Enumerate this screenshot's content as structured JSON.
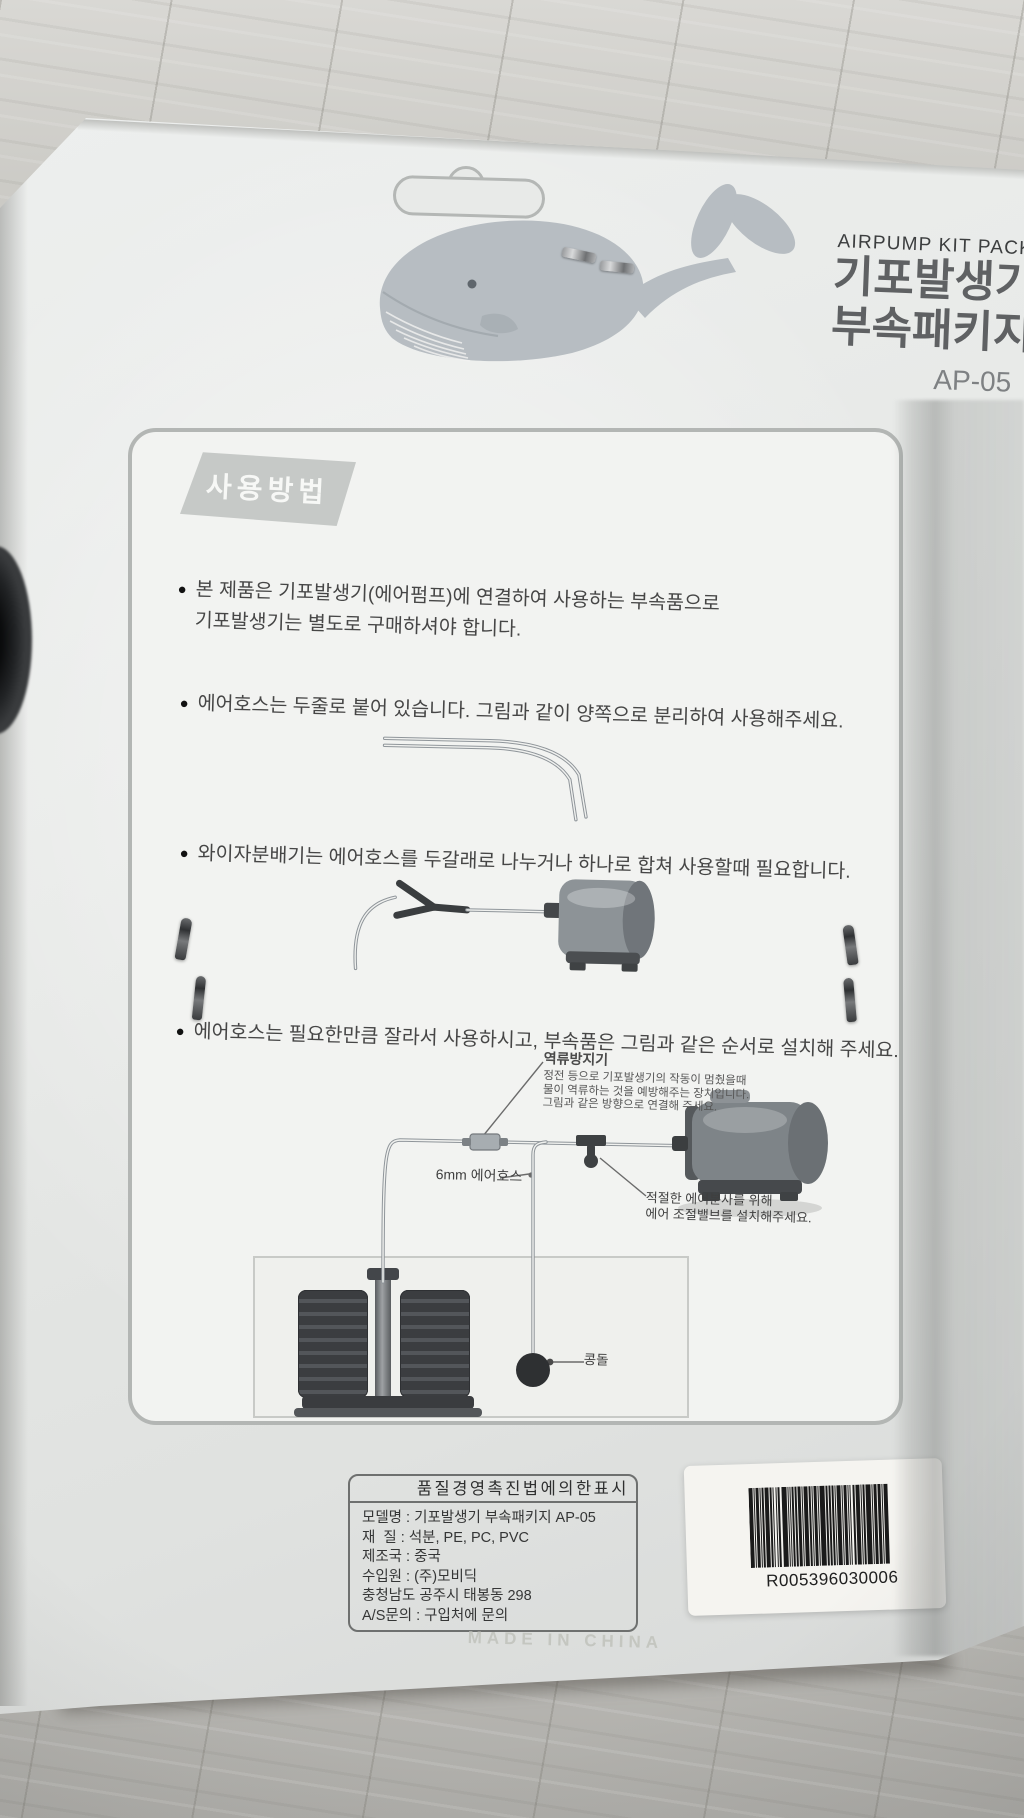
{
  "colors": {
    "package_bg": "#e7e9e7",
    "panel_bg": "#f2f3f1",
    "whale_gray": "#b7bdc2",
    "badge_gray": "#c6c9c7",
    "text_dark": "#464646"
  },
  "header": {
    "kit_label": "AIRPUMP KIT PACKAGE",
    "title_line1": "기포발생기",
    "title_line2": "부속패키지",
    "model_code": "AP-05"
  },
  "usage": {
    "badge_label": "사용방법",
    "bullet_symbol": "●",
    "bullets": [
      {
        "line1": "본 제품은 기포발생기(에어펌프)에 연결하여 사용하는 부속품으로",
        "line2": "기포발생기는 별도로 구매하셔야 합니다."
      },
      {
        "line1": "에어호스는 두줄로 붙어 있습니다. 그림과 같이 양쪽으로 분리하여 사용해주세요."
      },
      {
        "line1": "와이자분배기는 에어호스를 두갈래로 나누거나 하나로 합쳐 사용할때 필요합니다."
      },
      {
        "line1": "에어호스는 필요한만큼 잘라서 사용하시고, 부속품은 그림과 같은 순서로 설치해 주세요."
      }
    ]
  },
  "diagram": {
    "check_valve_title": "역류방지기",
    "check_valve_desc": [
      "정전 등으로 기포발생기의 작동이 멈췄을때",
      "물이 역류하는 것을 예방해주는 장치입니다.",
      "그림과 같은 방향으로 연결해 주세요."
    ],
    "hose_label": "6mm 에어호스",
    "valve_note": [
      "적절한 에어분사를 위해",
      "에어 조절밸브를 설치해주세요."
    ],
    "air_stone_label": "콩돌"
  },
  "info_box": {
    "title": "품질경영촉진법에의한표시",
    "rows": [
      "모델명 : 기포발생기 부속패키지 AP-05",
      "재  질 : 석분, PE, PC, PVC",
      "제조국 : 중국",
      "수입원 : (주)모비딕",
      "충청남도 공주시 태봉동 298",
      "A/S문의 : 구입처에 문의"
    ],
    "made_in": "MADE IN CHINA"
  },
  "barcode": {
    "number": "R005396030006"
  }
}
